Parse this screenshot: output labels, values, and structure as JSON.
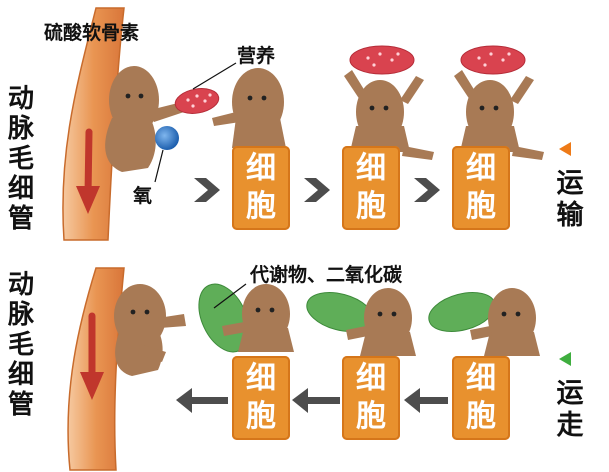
{
  "top": {
    "vessel_label": "动脉毛细管",
    "sulfate_label": "硫酸软骨素",
    "nutrient_label": "营养",
    "oxygen_label": "氧",
    "cells": [
      "细胞",
      "细胞",
      "细胞"
    ],
    "side_label": "运输"
  },
  "bottom": {
    "vessel_label": "动脉毛细管",
    "waste_label": "代谢物、二氧化碳",
    "cells": [
      "细胞",
      "细胞",
      "细胞"
    ],
    "side_label": "运走"
  },
  "colors": {
    "cell": "#e8912e",
    "vessel": "#e89a4e",
    "vessel_arrow": "#c0362c",
    "figure": "#a87a55",
    "arrow": "#4d4d4d",
    "nutrient": "#d9434f",
    "oxygen": "#2c7ac9",
    "waste": "#5fae58",
    "triangle_top": "#ee7a17",
    "triangle_bottom": "#3fae3f"
  }
}
